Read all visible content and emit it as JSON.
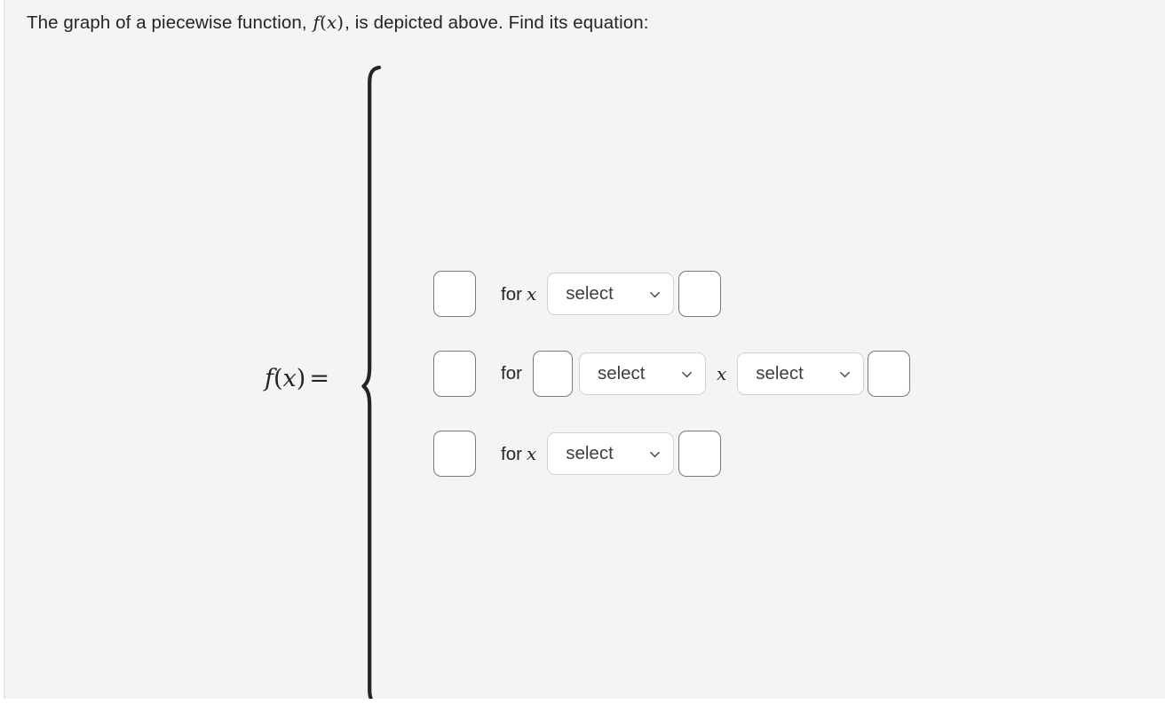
{
  "prompt": {
    "before_fx": "The graph of a piecewise function, ",
    "fx_f": "f",
    "fx_open": "(",
    "fx_x": "x",
    "fx_close": ")",
    "after_fx": ", is depicted above. Find its equation:"
  },
  "equation": {
    "fx_f": "f",
    "fx_open": "(",
    "fx_x": "x",
    "fx_close": ")",
    "equals": "=",
    "brace_glyph": "{"
  },
  "rows": [
    {
      "expression_value": "",
      "expression_placeholder": "",
      "for_label": "for",
      "variable": "x",
      "condition_select": {
        "value": "select",
        "icon": "chevron-down-icon"
      },
      "bound_value": "",
      "bound_placeholder": ""
    },
    {
      "expression_value": "",
      "expression_placeholder": "",
      "for_label": "for",
      "lower_bound_value": "",
      "lower_bound_placeholder": "",
      "lower_select": {
        "value": "select",
        "icon": "chevron-down-icon"
      },
      "variable": "x",
      "upper_select": {
        "value": "select",
        "icon": "chevron-down-icon"
      },
      "upper_bound_value": "",
      "upper_bound_placeholder": ""
    },
    {
      "expression_value": "",
      "expression_placeholder": "",
      "for_label": "for",
      "variable": "x",
      "condition_select": {
        "value": "select",
        "icon": "chevron-down-icon"
      },
      "bound_value": "",
      "bound_placeholder": ""
    }
  ],
  "colors": {
    "panel_background": "#f4f4f4",
    "page_background": "#ffffff",
    "text": "#21252a",
    "input_border": "#76797d",
    "select_border": "#cfd1d3",
    "select_text": "#3b4045",
    "brace": "#21252a",
    "panel_edge": "#e6e6e6"
  }
}
